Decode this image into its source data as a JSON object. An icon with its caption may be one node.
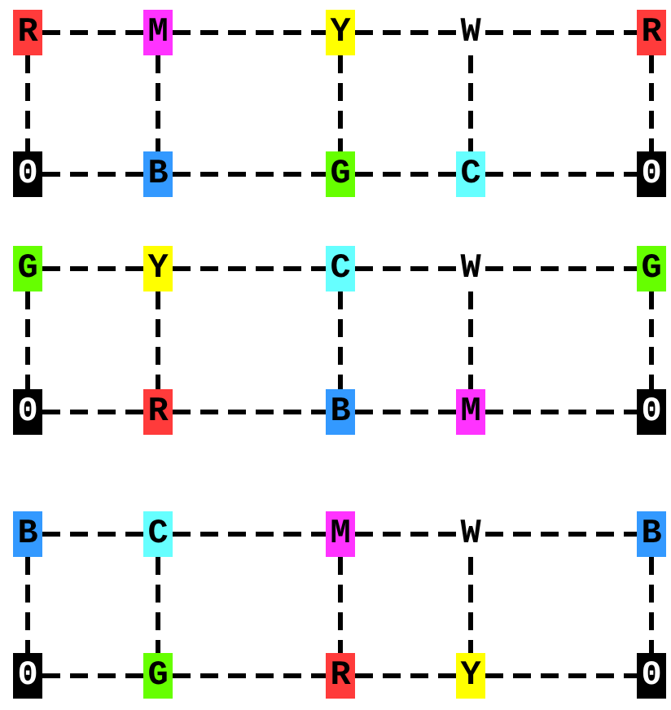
{
  "diagram": {
    "nodes": [
      {
        "text": [
          "R"
        ]
      },
      {
        "text": [
          "M"
        ]
      },
      {
        "text": [
          "Y"
        ]
      },
      {
        "text": [
          "W"
        ]
      },
      {
        "text": [
          "R"
        ]
      },
      {
        "text": [
          "0"
        ]
      },
      {
        "text": [
          "B"
        ]
      },
      {
        "text": [
          "G"
        ]
      },
      {
        "text": [
          "C"
        ]
      },
      {
        "text": [
          "0"
        ]
      },
      {
        "text": [
          "G"
        ]
      },
      {
        "text": [
          "Y"
        ]
      },
      {
        "text": [
          "C"
        ]
      },
      {
        "text": [
          "W"
        ]
      },
      {
        "text": [
          "G"
        ]
      },
      {
        "text": [
          "0"
        ]
      },
      {
        "text": [
          "R"
        ]
      },
      {
        "text": [
          "B"
        ]
      },
      {
        "text": [
          "M"
        ]
      },
      {
        "text": [
          "0"
        ]
      },
      {
        "text": [
          "B"
        ]
      },
      {
        "text": [
          "C"
        ]
      },
      {
        "text": [
          "M"
        ]
      },
      {
        "text": [
          "W"
        ]
      },
      {
        "text": [
          "B"
        ]
      },
      {
        "text": [
          "0"
        ]
      },
      {
        "text": [
          "G"
        ]
      },
      {
        "text": [
          "R"
        ]
      },
      {
        "text": [
          "Y"
        ]
      },
      {
        "text": [
          "0"
        ]
      }
    ],
    "edges": [
      {
        "from": 0,
        "to": 1,
        "arrow": "none",
        "style": "dashed"
      },
      {
        "from": 1,
        "to": 2,
        "arrow": "none",
        "style": "dashed"
      },
      {
        "from": 2,
        "to": 3,
        "arrow": "none",
        "style": "dashed"
      },
      {
        "from": 3,
        "to": 4,
        "arrow": "none",
        "style": "dashed"
      },
      {
        "from": 0,
        "to": 5,
        "arrow": "none",
        "style": "dashed"
      },
      {
        "from": 1,
        "to": 6,
        "arrow": "none",
        "style": "dashed"
      },
      {
        "from": 2,
        "to": 7,
        "arrow": "none",
        "style": "dashed"
      },
      {
        "from": 3,
        "to": 8,
        "arrow": "none",
        "style": "dashed"
      },
      {
        "from": 4,
        "to": 9,
        "arrow": "none",
        "style": "dashed"
      },
      {
        "from": 5,
        "to": 6,
        "arrow": "none",
        "style": "dashed"
      },
      {
        "from": 6,
        "to": 7,
        "arrow": "none",
        "style": "dashed"
      },
      {
        "from": 7,
        "to": 8,
        "arrow": "none",
        "style": "dashed"
      },
      {
        "from": 8,
        "to": 9,
        "arrow": "none",
        "style": "dashed"
      },
      {
        "from": 10,
        "to": 11,
        "arrow": "none",
        "style": "dashed"
      },
      {
        "from": 11,
        "to": 12,
        "arrow": "none",
        "style": "dashed"
      },
      {
        "from": 12,
        "to": 13,
        "arrow": "none",
        "style": "dashed"
      },
      {
        "from": 13,
        "to": 14,
        "arrow": "none",
        "style": "dashed"
      },
      {
        "from": 10,
        "to": 15,
        "arrow": "none",
        "style": "dashed"
      },
      {
        "from": 11,
        "to": 16,
        "arrow": "none",
        "style": "dashed"
      },
      {
        "from": 12,
        "to": 17,
        "arrow": "none",
        "style": "dashed"
      },
      {
        "from": 13,
        "to": 18,
        "arrow": "none",
        "style": "dashed"
      },
      {
        "from": 14,
        "to": 19,
        "arrow": "none",
        "style": "dashed"
      },
      {
        "from": 15,
        "to": 16,
        "arrow": "none",
        "style": "dashed"
      },
      {
        "from": 16,
        "to": 17,
        "arrow": "none",
        "style": "dashed"
      },
      {
        "from": 17,
        "to": 18,
        "arrow": "none",
        "style": "dashed"
      },
      {
        "from": 18,
        "to": 19,
        "arrow": "none",
        "style": "dashed"
      },
      {
        "from": 20,
        "to": 21,
        "arrow": "none",
        "style": "dashed"
      },
      {
        "from": 21,
        "to": 22,
        "arrow": "none",
        "style": "dashed"
      },
      {
        "from": 22,
        "to": 23,
        "arrow": "none",
        "style": "dashed"
      },
      {
        "from": 23,
        "to": 24,
        "arrow": "none",
        "style": "dashed"
      },
      {
        "from": 20,
        "to": 25,
        "arrow": "none",
        "style": "dashed"
      },
      {
        "from": 21,
        "to": 26,
        "arrow": "none",
        "style": "dashed"
      },
      {
        "from": 22,
        "to": 27,
        "arrow": "none",
        "style": "dashed"
      },
      {
        "from": 23,
        "to": 28,
        "arrow": "none",
        "style": "dashed"
      },
      {
        "from": 24,
        "to": 29,
        "arrow": "none",
        "style": "dashed"
      },
      {
        "from": 25,
        "to": 26,
        "arrow": "none",
        "style": "dashed"
      },
      {
        "from": 26,
        "to": 27,
        "arrow": "none",
        "style": "dashed"
      },
      {
        "from": 27,
        "to": 28,
        "arrow": "none",
        "style": "dashed"
      },
      {
        "from": 28,
        "to": 29,
        "arrow": "none",
        "style": "dashed"
      }
    ]
  }
}
